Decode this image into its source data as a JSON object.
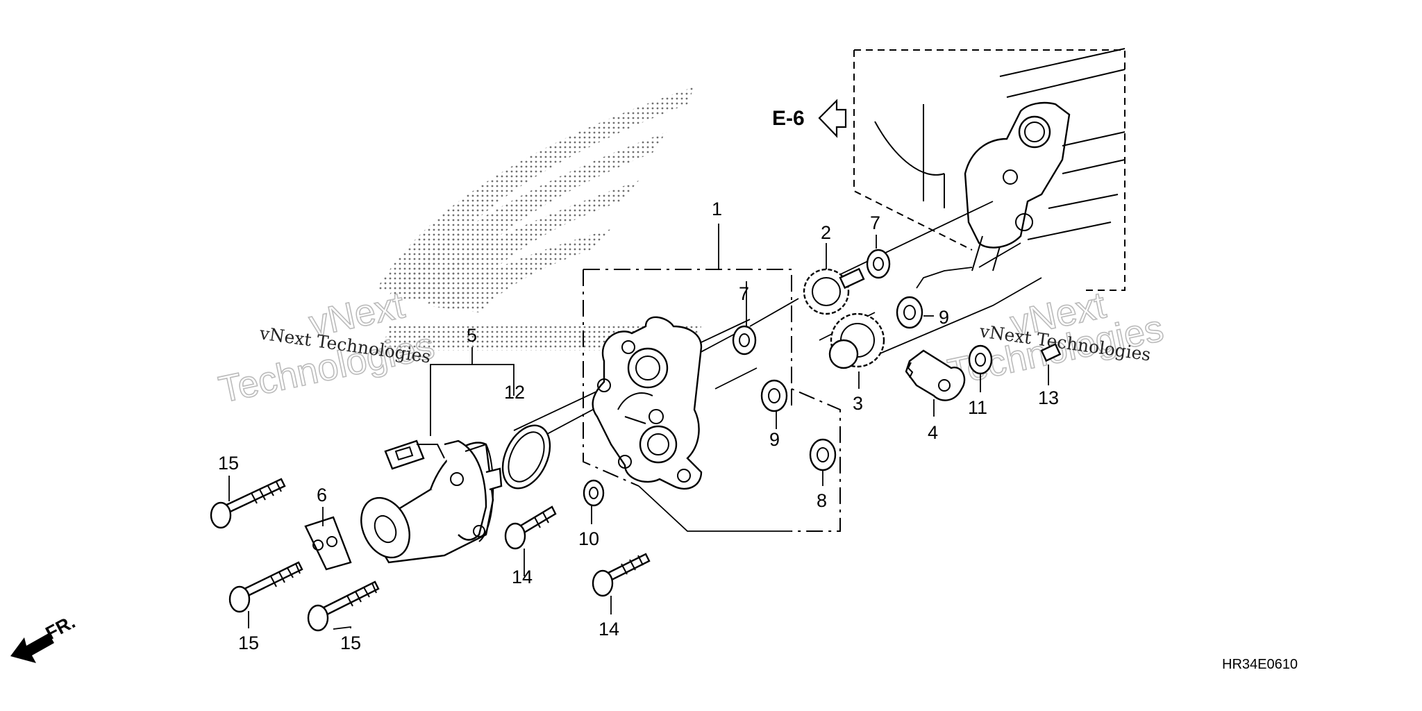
{
  "callouts": [
    {
      "id": "1",
      "label": "1"
    },
    {
      "id": "2",
      "label": "2"
    },
    {
      "id": "3",
      "label": "3"
    },
    {
      "id": "4",
      "label": "4"
    },
    {
      "id": "5",
      "label": "5"
    },
    {
      "id": "6",
      "label": "6"
    },
    {
      "id": "7a",
      "label": "7"
    },
    {
      "id": "7b",
      "label": "7"
    },
    {
      "id": "8",
      "label": "8"
    },
    {
      "id": "9a",
      "label": "9"
    },
    {
      "id": "9b",
      "label": "9"
    },
    {
      "id": "10",
      "label": "10"
    },
    {
      "id": "11",
      "label": "11"
    },
    {
      "id": "12",
      "label": "12"
    },
    {
      "id": "13",
      "label": "13"
    },
    {
      "id": "14a",
      "label": "14"
    },
    {
      "id": "14b",
      "label": "14"
    },
    {
      "id": "15a",
      "label": "15"
    },
    {
      "id": "15b",
      "label": "15"
    },
    {
      "id": "15c",
      "label": "15"
    }
  ],
  "reference": {
    "label": "E-6"
  },
  "front_marker": {
    "label": "FR."
  },
  "diagram_code": "HR34E0610",
  "watermark": {
    "company": "vNext Technologies",
    "outline_line1": "vNext",
    "outline_line2": "Technologies"
  },
  "colors": {
    "ink": "#000000",
    "watermark": "#bbbbbb",
    "background": "#ffffff"
  }
}
